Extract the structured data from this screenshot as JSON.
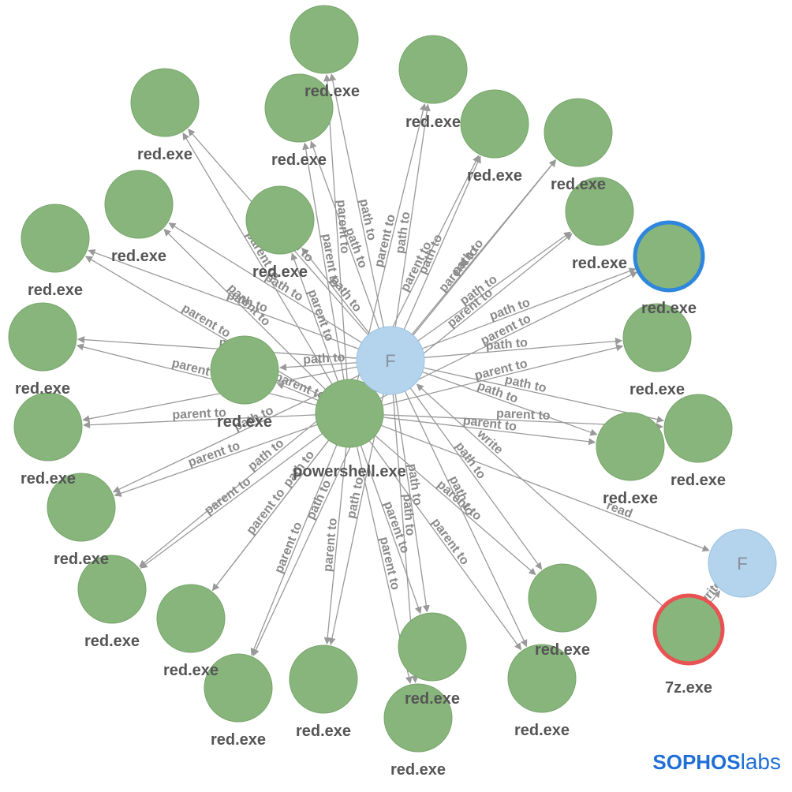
{
  "graph": {
    "hub": {
      "label": "powershell.exe"
    },
    "file_nodes": [
      {
        "id": "file-hub",
        "label": "F"
      },
      {
        "id": "file-write",
        "label": "F"
      }
    ],
    "process_labels": {
      "red": "red.exe",
      "sevenz": "7z.exe"
    },
    "edge_labels": {
      "path": "path to",
      "parent": "parent to",
      "read": "read",
      "write": "write"
    },
    "colors": {
      "process_fill": "#88b57c",
      "process_stroke": "#76a56a",
      "file_fill": "#b3d4ec",
      "file_stroke": "#9bc2e0",
      "highlight_blue": "#2f86dd",
      "highlight_red": "#e85252",
      "edge": "#999999"
    }
  },
  "logo": {
    "brand": "SOPHOS",
    "suffix": "labs"
  }
}
